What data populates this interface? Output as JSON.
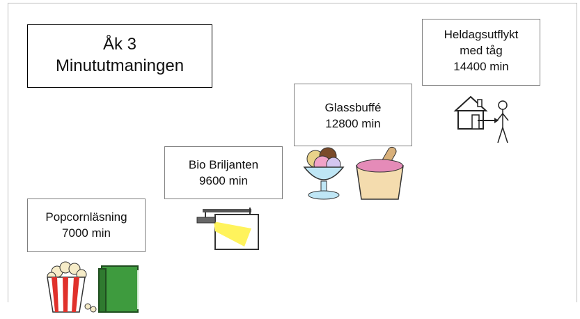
{
  "title": {
    "line1": "Åk 3",
    "line2": "Minututmaningen"
  },
  "rewards": [
    {
      "name": "Popcornläsning",
      "minutes": "7000 min",
      "icons": [
        "popcorn-icon",
        "book-icon"
      ]
    },
    {
      "name": "Bio Briljanten",
      "minutes": "9600 min",
      "icons": [
        "projector-icon"
      ]
    },
    {
      "name": "Glassbuffé",
      "minutes": "12800 min",
      "icons": [
        "ice-cream-bowl-icon",
        "ice-cream-tub-icon"
      ]
    },
    {
      "name_line1": "Heldagsutflykt",
      "name_line2": "med tåg",
      "minutes": "14400 min",
      "icons": [
        "house-leaving-icon"
      ]
    }
  ],
  "colors": {
    "popcorn_stripe": "#e0312b",
    "book": "#3e9b3e",
    "projector_light": "#fff35c"
  }
}
